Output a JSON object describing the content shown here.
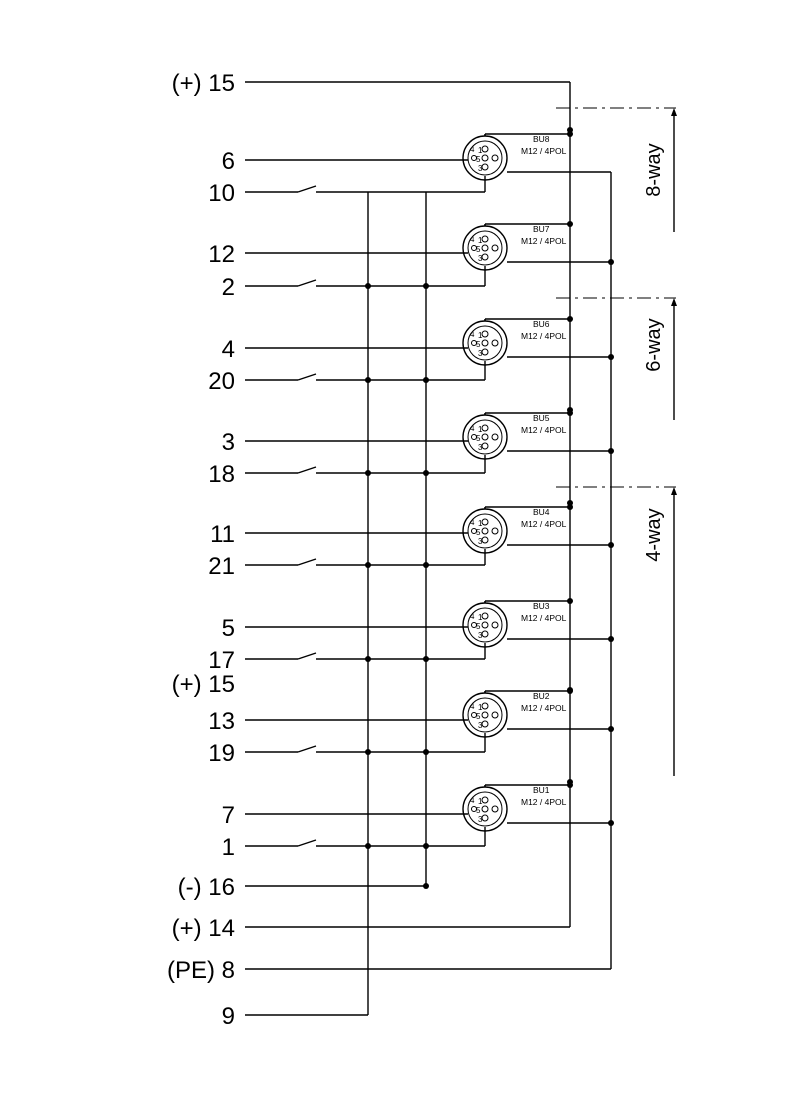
{
  "terminals": [
    "(+) 15",
    "6",
    "10",
    "12",
    "2",
    "4",
    "20",
    "3",
    "18",
    "11",
    "21",
    "5",
    "17",
    "(+) 15",
    "13",
    "19",
    "7",
    "1",
    "(-) 16",
    "(+) 14",
    "(PE) 8",
    "9"
  ],
  "connectors": [
    {
      "name": "BU8",
      "type": "M12 / 4POL"
    },
    {
      "name": "BU7",
      "type": "M12 / 4POL"
    },
    {
      "name": "BU6",
      "type": "M12 / 4POL"
    },
    {
      "name": "BU5",
      "type": "M12 / 4POL"
    },
    {
      "name": "BU4",
      "type": "M12 / 4POL"
    },
    {
      "name": "BU3",
      "type": "M12 / 4POL"
    },
    {
      "name": "BU2",
      "type": "M12 / 4POL"
    },
    {
      "name": "BU1",
      "type": "M12 / 4POL"
    }
  ],
  "pin_labels": {
    "p1": "1",
    "p3": "3",
    "p4": "4",
    "p5": "5"
  },
  "ways": [
    "8-way",
    "6-way",
    "4-way"
  ]
}
